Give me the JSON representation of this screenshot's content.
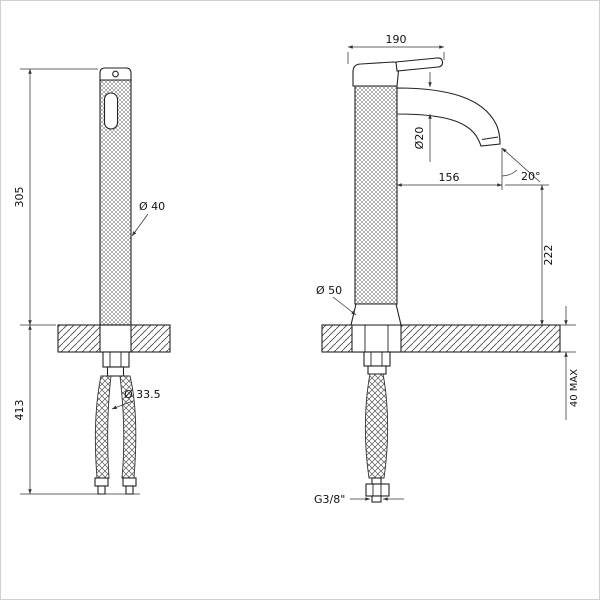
{
  "drawing": {
    "type": "faucet-technical-drawing",
    "line_color": "#222222",
    "dim_color": "#333333",
    "front_view": {
      "height_above_deck": "305",
      "height_below_deck": "413",
      "body_diameter": "Ø 40",
      "hose_diameter": "Ø 33.5"
    },
    "side_view": {
      "overall_depth": "190",
      "spout_diameter": "Ø20",
      "spout_reach": "156",
      "outlet_angle": "20°",
      "outlet_height": "222",
      "base_diameter": "Ø 50",
      "max_deck_thickness": "40 MAX",
      "inlet_thread": "G3/8\""
    }
  }
}
